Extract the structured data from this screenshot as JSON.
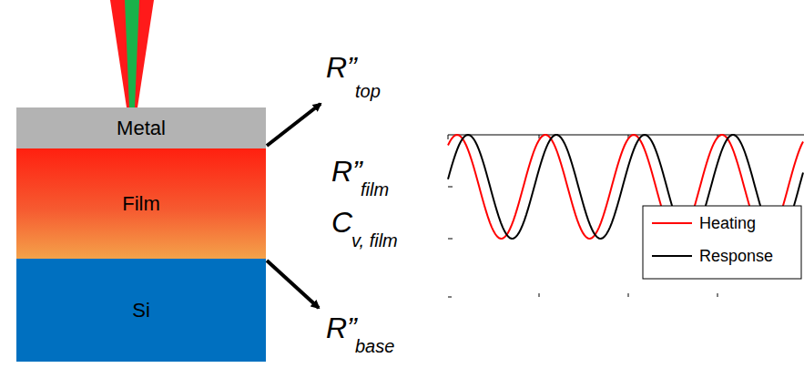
{
  "diagram": {
    "nodes": [
      {
        "text": [
          "Metal"
        ]
      },
      {
        "text": [
          "Film"
        ]
      },
      {
        "text": [
          "Si"
        ]
      }
    ],
    "labels": [
      "R”",
      "top",
      "R”",
      "film",
      "C",
      "v, film",
      "R”",
      "base"
    ],
    "legend": [
      {
        "text": "Heating"
      },
      {
        "text": "Response"
      }
    ]
  }
}
